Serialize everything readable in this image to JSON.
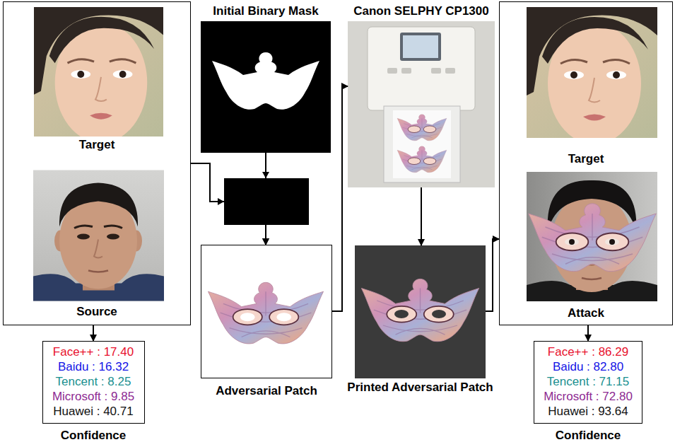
{
  "diagram": {
    "nodes": [
      {
        "text": [
          "Target",
          "Source"
        ]
      },
      {
        "text": [
          "Face++ : 17.40",
          "Baidu : 16.32",
          "Tencent : 8.25",
          "Microsoft : 9.85",
          "Huawei : 40.71",
          "Confidence"
        ]
      },
      {
        "text": [
          "Initial Binary Mask"
        ]
      },
      {
        "text": [
          "Adversarial Patch"
        ]
      },
      {
        "text": [
          "Canon SELPHY CP1300"
        ]
      },
      {
        "text": [
          "Printed Adversarial Patch"
        ]
      },
      {
        "text": [
          "Target",
          "Attack"
        ]
      },
      {
        "text": [
          "Face++ : 86.29",
          "Baidu : 82.80",
          "Tencent : 71.15",
          "Microsoft : 72.80",
          "Huawei : 93.64",
          "Confidence"
        ]
      }
    ],
    "edges": [
      {
        "from": 0,
        "to": 1,
        "arrow": "to"
      },
      {
        "from": 0,
        "to": 3,
        "arrow": "to"
      },
      {
        "from": 2,
        "to": 3,
        "arrow": "to"
      },
      {
        "from": 3,
        "to": 4,
        "arrow": "to"
      },
      {
        "from": 4,
        "to": 5,
        "arrow": "to"
      },
      {
        "from": 5,
        "to": 6,
        "arrow": "to"
      },
      {
        "from": 6,
        "to": 7,
        "arrow": "to"
      }
    ]
  }
}
